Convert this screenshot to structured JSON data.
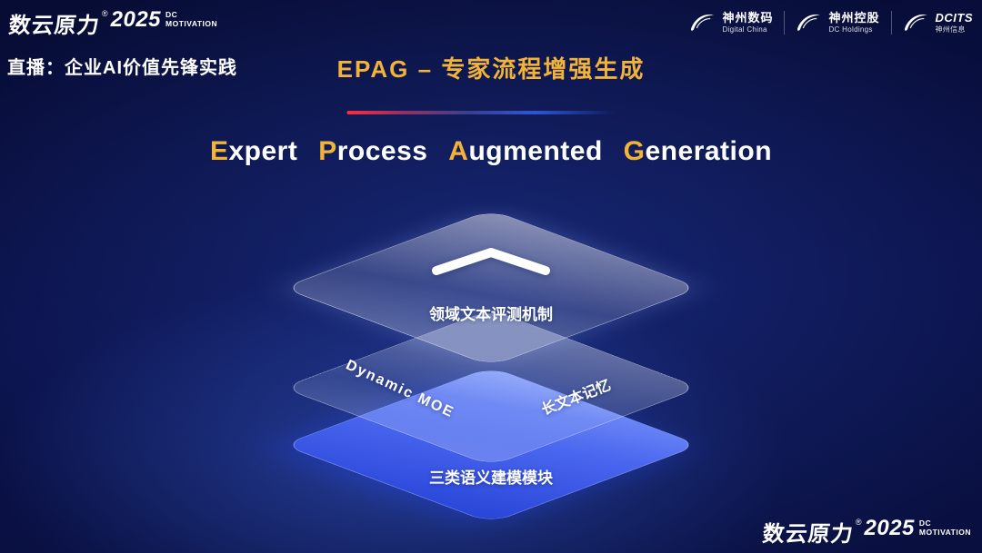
{
  "brand": {
    "name": "数云原力",
    "reg": "®",
    "year": "2025",
    "tag_top": "DC",
    "tag_bottom": "MOTIVATION"
  },
  "header": {
    "live_label": "直播：企业AI价值先锋实践",
    "slide_title": "EPAG – 专家流程增强生成",
    "partners": [
      {
        "primary": "神州数码",
        "secondary": "Digital China"
      },
      {
        "primary": "神州控股",
        "secondary": "DC Holdings"
      },
      {
        "primary": "DCITS",
        "secondary": "神州信息"
      }
    ]
  },
  "main": {
    "title": {
      "words": [
        {
          "initial": "E",
          "rest": "xpert"
        },
        {
          "initial": "P",
          "rest": "rocess"
        },
        {
          "initial": "A",
          "rest": "ugmented"
        },
        {
          "initial": "G",
          "rest": "eneration"
        }
      ]
    },
    "diagram": {
      "top_layer_label": "领域文本评测机制",
      "middle_layer_left_label": "Dynamic MOE",
      "middle_layer_right_label": "长文本记忆",
      "bottom_layer_label": "三类语义建模模块",
      "chevron_icon": "chevron-up"
    }
  },
  "colors": {
    "accent_gold": "#f2b338",
    "layer_blue_light": "#8099fa",
    "layer_blue_dark": "#2844d8",
    "background_navy": "#0a1148",
    "line_red": "#ff2e3e",
    "line_blue": "#2e55d4"
  }
}
